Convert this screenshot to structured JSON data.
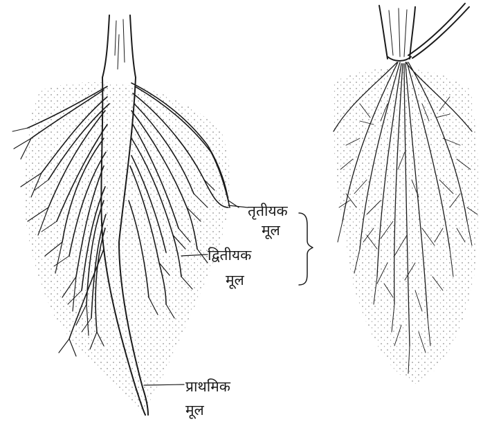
{
  "labels": {
    "tertiary_line1": "तृतीयक",
    "tertiary_line2": "मूल",
    "secondary_line1": "द्वितीयक",
    "secondary_line2": "मूल",
    "primary_line1": "प्राथमिक",
    "primary_line2": "मूल"
  },
  "colors": {
    "ink": "#1a1a1a",
    "background": "#ffffff"
  }
}
